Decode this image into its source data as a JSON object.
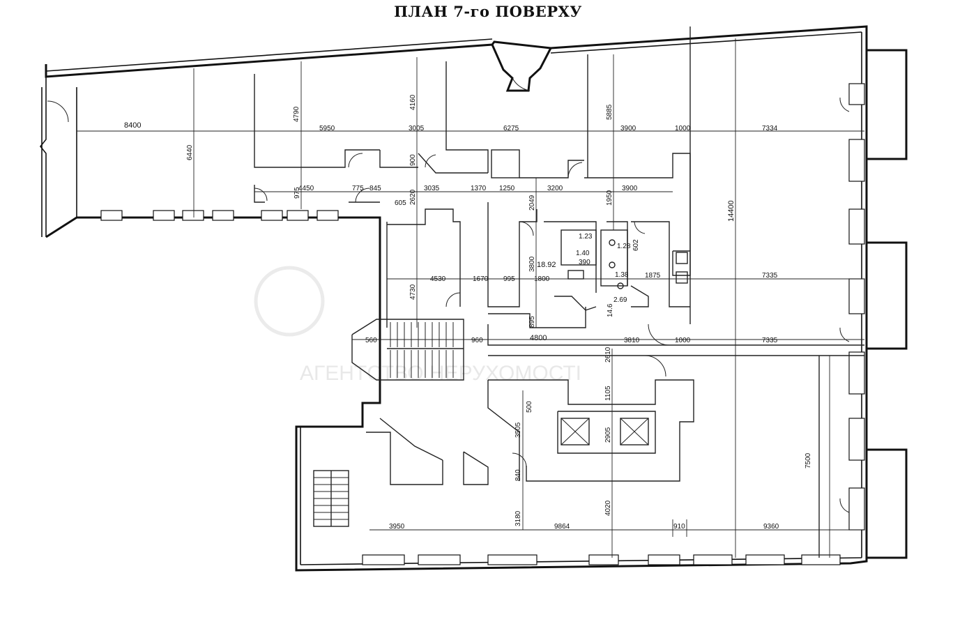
{
  "title": "ПЛАН 7-го ПОВЕРХУ",
  "watermark": "АГЕНТСТВО НЕРУХОМОСТІ",
  "dimensions": {
    "h_top": [
      "8400",
      "5950",
      "3005",
      "6275",
      "3900",
      "1000",
      "7334"
    ],
    "h_mid": [
      "4450",
      "775",
      "845",
      "3035",
      "1370",
      "1250",
      "3200",
      "3900"
    ],
    "h_small": [
      "605"
    ],
    "h_row3": [
      "4530",
      "1670",
      "995",
      "1800",
      "1875",
      "7335"
    ],
    "h_row4": [
      "560",
      "960",
      "4800",
      "3810",
      "1000",
      "7335"
    ],
    "h_bottom": [
      "3950",
      "9864",
      "910",
      "9360"
    ],
    "v": [
      "6440",
      "4790",
      "4160",
      "5885",
      "900",
      "2620",
      "975",
      "2049",
      "1950",
      "14400",
      "4730",
      "3800",
      "895",
      "2610",
      "500",
      "1105",
      "3505",
      "2905",
      "840",
      "3180",
      "4020",
      "7500"
    ],
    "areas": [
      "1.23",
      "1.40",
      "390",
      "1.28",
      "602",
      "18.92",
      "1.38",
      "2.69",
      "14.6"
    ]
  }
}
